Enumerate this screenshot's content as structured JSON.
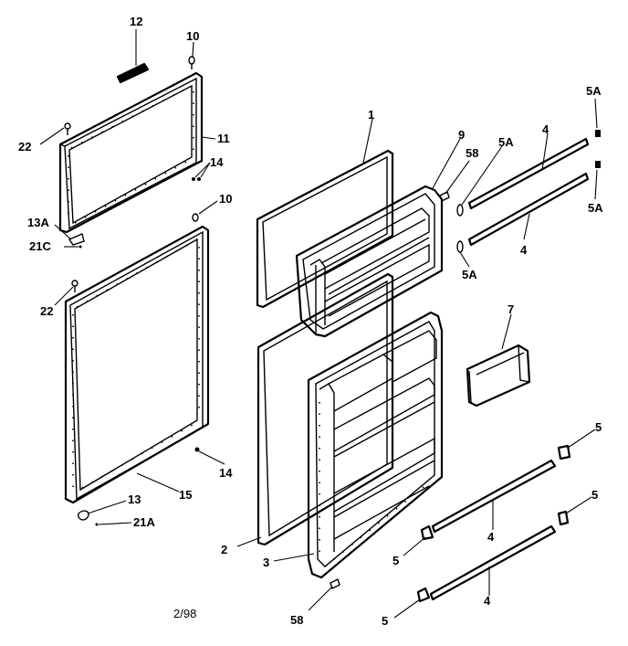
{
  "callouts": [
    "12",
    "10",
    "22",
    "11",
    "14",
    "13A",
    "21C",
    "10",
    "22",
    "14",
    "15",
    "13",
    "21A",
    "1",
    "9",
    "58",
    "5A",
    "4",
    "5A",
    "5A",
    "4",
    "5A",
    "7",
    "5",
    "2",
    "5",
    "3",
    "4",
    "5",
    "58",
    "4",
    "5"
  ],
  "date_code": "2/98"
}
